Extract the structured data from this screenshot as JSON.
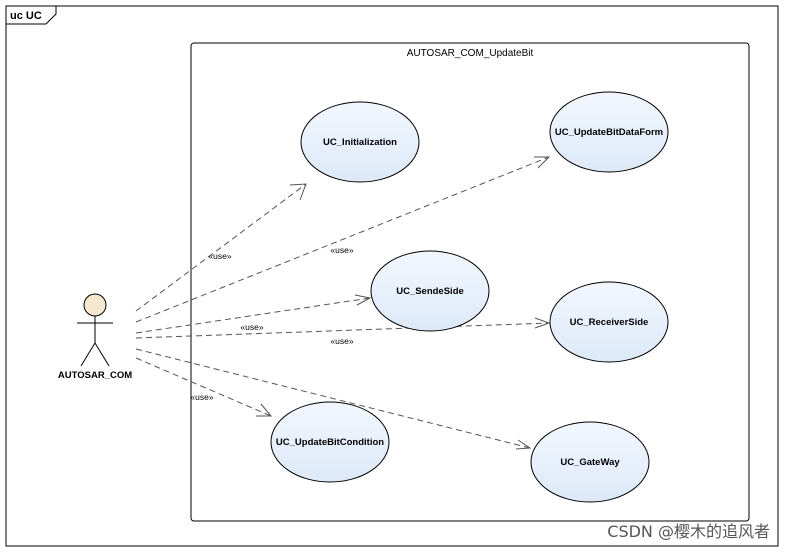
{
  "frame": {
    "label": "uc UC"
  },
  "system": {
    "name": "AUTOSAR_COM_UpdateBit"
  },
  "actor": {
    "name": "AUTOSAR_COM"
  },
  "usecases": [
    {
      "id": "init",
      "name": "UC_Initialization"
    },
    {
      "id": "dataform",
      "name": "UC_UpdateBitDataForm"
    },
    {
      "id": "sende",
      "name": "UC_SendeSide"
    },
    {
      "id": "receiver",
      "name": "UC_ReceiverSide"
    },
    {
      "id": "condition",
      "name": "UC_UpdateBitCondition"
    },
    {
      "id": "gateway",
      "name": "UC_GateWay"
    }
  ],
  "stereotype": "«use»",
  "colors": {
    "usecase_fill": "#e8f0fb",
    "actor_head": "#f5e8d0",
    "line": "#555555"
  },
  "watermark": "CSDN @樱木的追风者"
}
